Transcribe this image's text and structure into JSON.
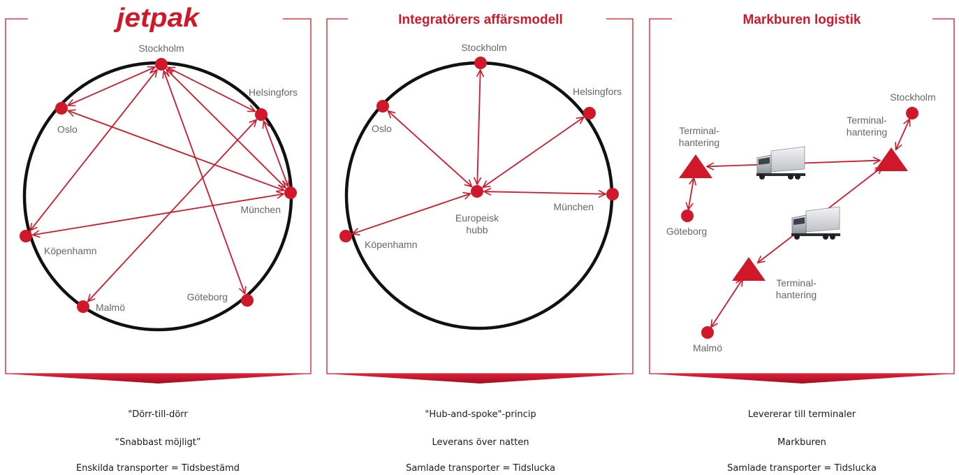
{
  "colors": {
    "accent": "#d0182a",
    "line": "#111111",
    "label": "#666666"
  },
  "panels": [
    {
      "id": "jetpak",
      "title": "jetpak",
      "title_style": "logo",
      "nodes": [
        {
          "id": "stockholm",
          "label": "Stockholm"
        },
        {
          "id": "oslo",
          "label": "Oslo"
        },
        {
          "id": "helsingfors",
          "label": "Helsingfors"
        },
        {
          "id": "munchen",
          "label": "München"
        },
        {
          "id": "kopenhamn",
          "label": "Köpenhamn"
        },
        {
          "id": "malmo",
          "label": "Malmö"
        },
        {
          "id": "goteborg",
          "label": "Göteborg"
        }
      ],
      "connections": [
        [
          "stockholm",
          "oslo"
        ],
        [
          "stockholm",
          "helsingfors"
        ],
        [
          "stockholm",
          "munchen"
        ],
        [
          "stockholm",
          "kopenhamn"
        ],
        [
          "stockholm",
          "goteborg"
        ],
        [
          "oslo",
          "munchen"
        ],
        [
          "helsingfors",
          "munchen"
        ],
        [
          "helsingfors",
          "malmo"
        ],
        [
          "kopenhamn",
          "munchen"
        ]
      ],
      "bullets": [
        "\"Dörr-till-dörr",
        "“Snabbast möjligt”",
        "Enskilda transporter = Tidsbestämd"
      ]
    },
    {
      "id": "integrators",
      "title": "Integratörers affärsmodell",
      "title_style": "heading",
      "nodes": [
        {
          "id": "stockholm",
          "label": "Stockholm"
        },
        {
          "id": "oslo",
          "label": "Oslo"
        },
        {
          "id": "helsingfors",
          "label": "Helsingfors"
        },
        {
          "id": "munchen",
          "label": "München"
        },
        {
          "id": "kopenhamn",
          "label": "Köpenhamn"
        },
        {
          "id": "hub",
          "label": "Europeisk hubb"
        }
      ],
      "connections": [
        [
          "hub",
          "stockholm"
        ],
        [
          "hub",
          "oslo"
        ],
        [
          "hub",
          "helsingfors"
        ],
        [
          "hub",
          "munchen"
        ],
        [
          "hub",
          "kopenhamn"
        ]
      ],
      "bullets": [
        "\"Hub-and-spoke\"-princip",
        "Leverans över natten",
        "Samlade transporter = Tidslucka"
      ]
    },
    {
      "id": "ground",
      "title": "Markburen logistik",
      "title_style": "heading",
      "nodes": [
        {
          "id": "term1",
          "label": "Terminal-hantering",
          "kind": "terminal"
        },
        {
          "id": "term2",
          "label": "Terminal-hantering",
          "kind": "terminal"
        },
        {
          "id": "term3",
          "label": "Terminal-hantering",
          "kind": "terminal"
        },
        {
          "id": "stockholm",
          "label": "Stockholm"
        },
        {
          "id": "goteborg",
          "label": "Göteborg"
        },
        {
          "id": "malmo",
          "label": "Malmö"
        }
      ],
      "connections": [
        [
          "term1",
          "term2"
        ],
        [
          "term2",
          "stockholm"
        ],
        [
          "term1",
          "goteborg"
        ],
        [
          "term3",
          "term2"
        ],
        [
          "term3",
          "malmo"
        ]
      ],
      "trucks": [
        {
          "id": "truck-1"
        },
        {
          "id": "truck-2"
        }
      ],
      "bullets": [
        "Levererar till terminaler",
        "Markburen",
        "Samlade transporter = Tidslucka"
      ]
    }
  ]
}
